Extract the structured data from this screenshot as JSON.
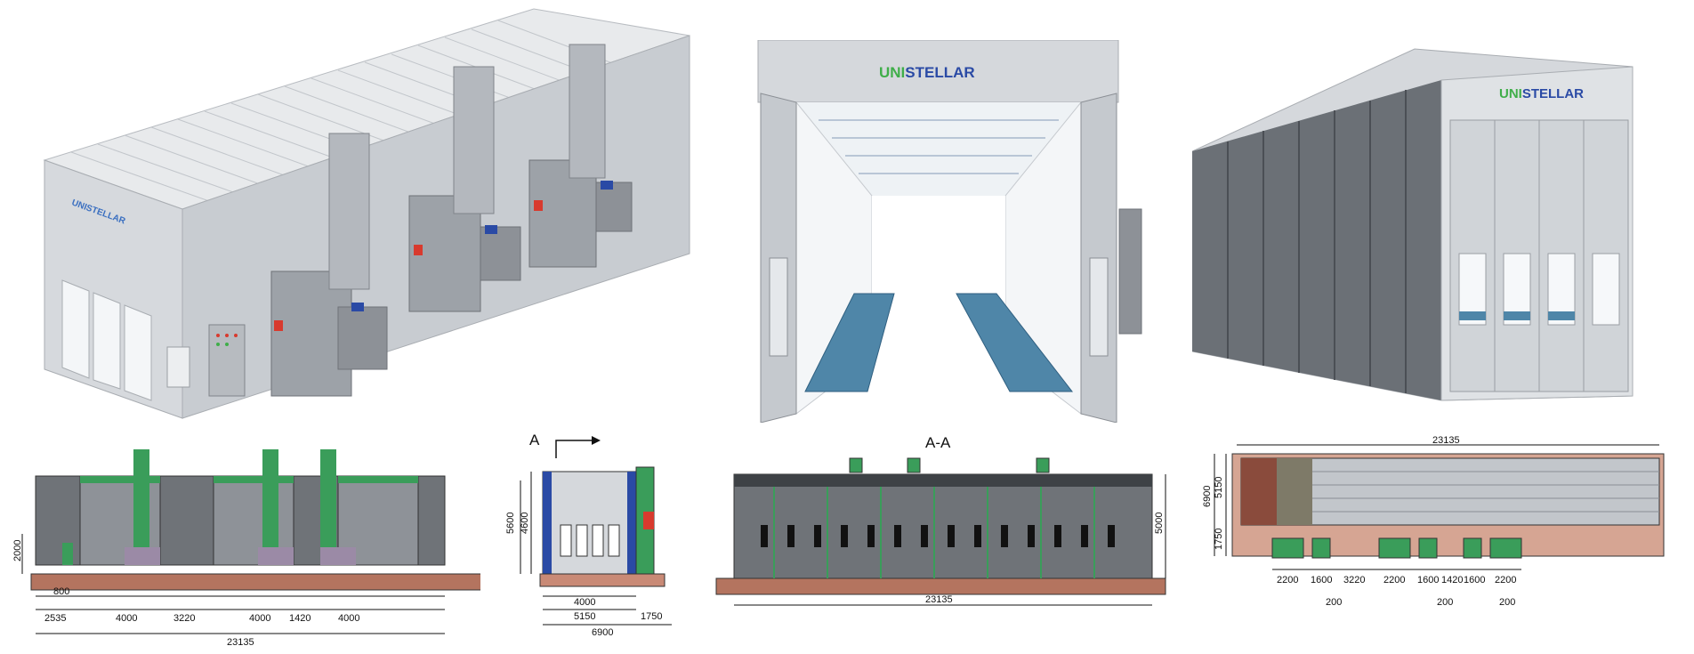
{
  "brand": {
    "logo_prefix": "UNI",
    "logo_suffix": "STELLAR",
    "logo_small": "UNISTELLAR",
    "colors": {
      "green": "#3fae49",
      "blue": "#2a4aa5",
      "red": "#d83a2e",
      "booth_gray": "#cfd3d8",
      "dark_gray": "#5d6166",
      "accent_green": "#3a9d5a",
      "base_brown": "#c98a76"
    }
  },
  "drawings": {
    "side_view": {
      "dims_top": [
        "2000"
      ],
      "dims_bottom": [
        "800",
        "2535",
        "4000",
        "3220",
        "4000",
        "1420",
        "4000"
      ],
      "total": "23135"
    },
    "end_view": {
      "section_label": "A",
      "dims_left": [
        "5600",
        "4600"
      ],
      "dims_bottom": [
        "4000",
        "5150",
        "1750",
        "6900"
      ]
    },
    "section_view": {
      "title": "A-A",
      "dim_right": "5000",
      "total": "23135"
    },
    "plan_view": {
      "total_top": "23135",
      "dims_left": [
        "6900",
        "5150",
        "1750"
      ],
      "dims_bottom": [
        "2200",
        "1600",
        "3220",
        "2200",
        "1600",
        "1420",
        "1600",
        "2200"
      ],
      "dims_under": [
        "200",
        "200",
        "200"
      ]
    }
  }
}
